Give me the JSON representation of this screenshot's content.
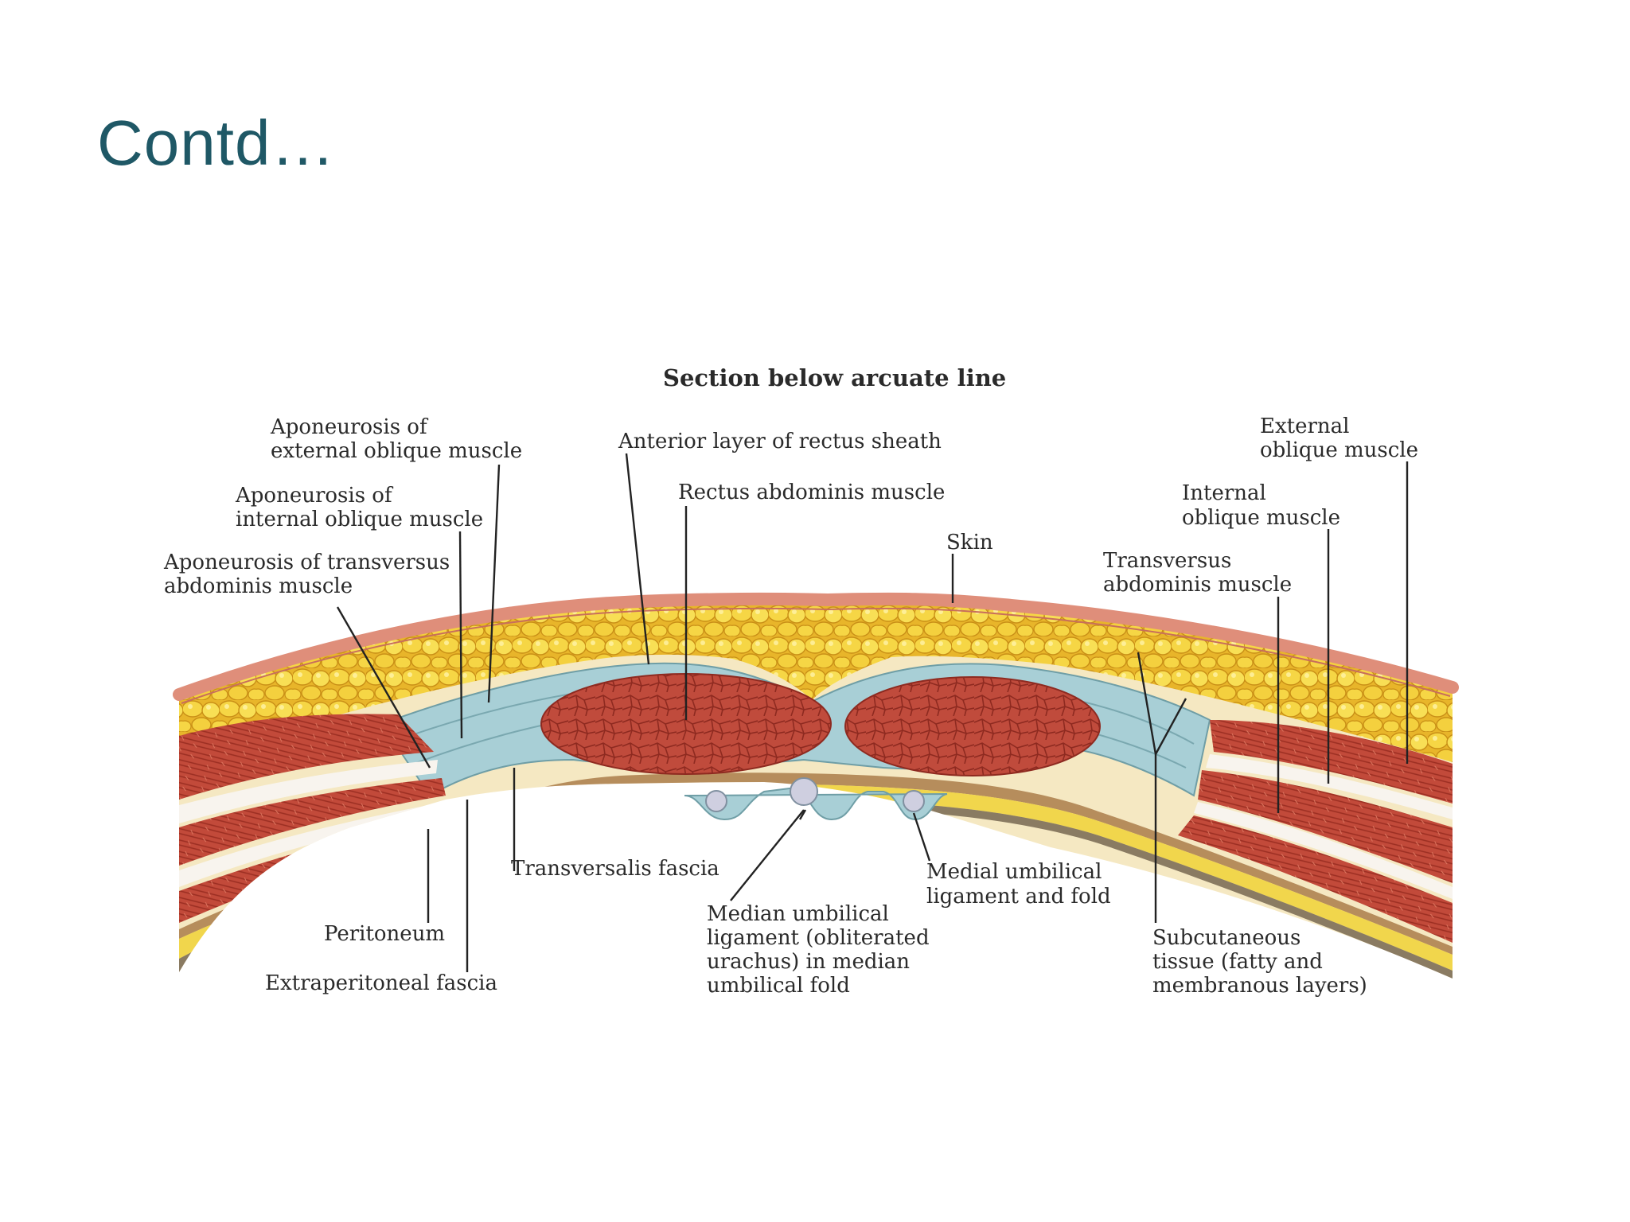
{
  "slide": {
    "title": "Contd…"
  },
  "diagram": {
    "heading": "Section below arcuate line",
    "labels": {
      "apon_ext_1": "Aponeurosis of",
      "apon_ext_2": "external oblique muscle",
      "apon_int_1": "Aponeurosis of",
      "apon_int_2": "internal oblique muscle",
      "apon_trans_1": "Aponeurosis of transversus",
      "apon_trans_2": "abdominis muscle",
      "anterior_layer": "Anterior layer of rectus sheath",
      "rectus": "Rectus abdominis muscle",
      "skin": "Skin",
      "ext_oblique_1": "External",
      "ext_oblique_2": "oblique muscle",
      "int_oblique_1": "Internal",
      "int_oblique_2": "oblique muscle",
      "transversus_1": "Transversus",
      "transversus_2": "abdominis muscle",
      "transversalis": "Transversalis fascia",
      "peritoneum": "Peritoneum",
      "extraperitoneal": "Extraperitoneal fascia",
      "median_1": "Median umbilical",
      "median_2": "ligament (obliterated",
      "median_3": "urachus) in median",
      "median_4": "umbilical fold",
      "medial_1": "Medial umbilical",
      "medial_2": "ligament and fold",
      "subcut_1": "Subcutaneous",
      "subcut_2": "tissue (fatty and",
      "subcut_3": "membranous layers)"
    }
  }
}
